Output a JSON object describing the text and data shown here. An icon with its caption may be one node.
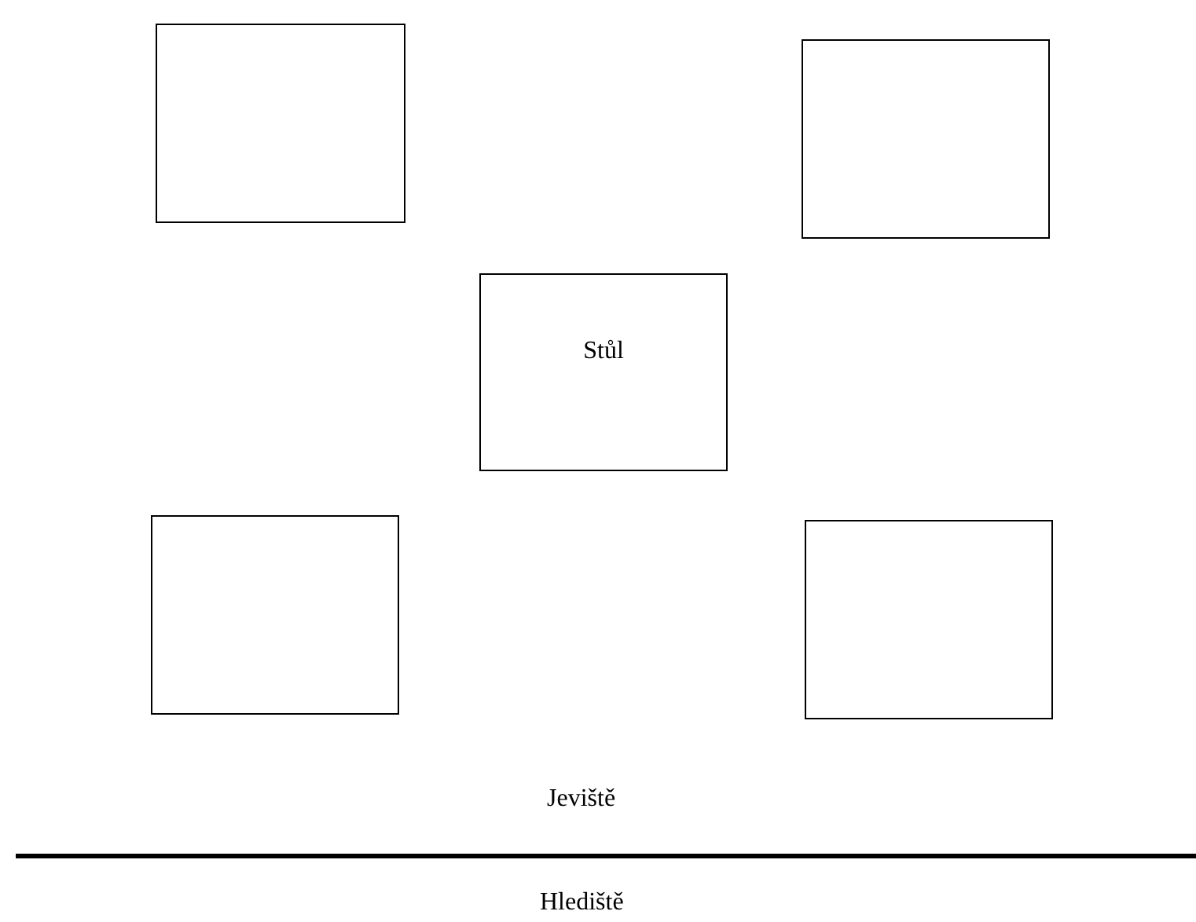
{
  "diagram": {
    "nodes": [
      {
        "text": [],
        "shape": "box"
      },
      {
        "text": [],
        "shape": "box"
      },
      {
        "text": [
          "Stůl"
        ]
      },
      {
        "text": [],
        "shape": "box"
      },
      {
        "text": [],
        "shape": "box"
      }
    ],
    "labels": [
      "Jeviště",
      "Hlediště"
    ]
  }
}
